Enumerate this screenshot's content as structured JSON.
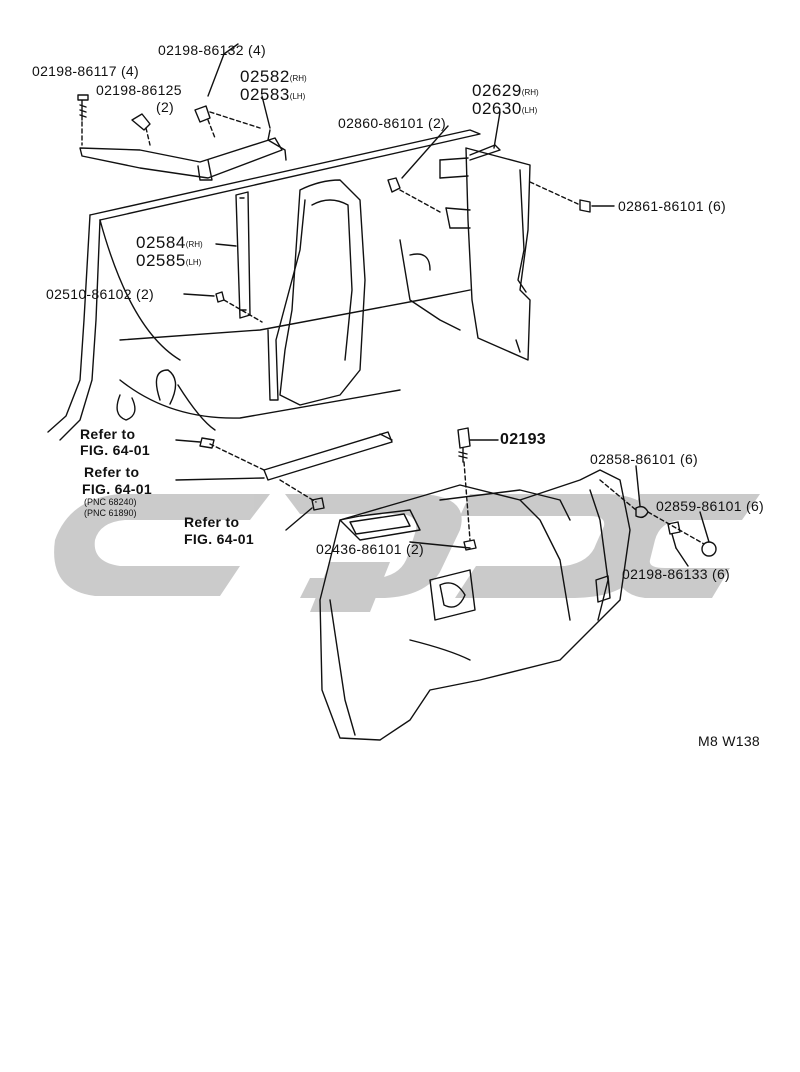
{
  "labels": {
    "p1": {
      "text": "02198-86132 (4)"
    },
    "p2": {
      "text": "02198-86117 (4)"
    },
    "p3a": {
      "text": "02198-86125"
    },
    "p3b": {
      "text": "(2)"
    },
    "p4a": {
      "num": "02582",
      "suffix": "(RH)"
    },
    "p4b": {
      "num": "02583",
      "suffix": "(LH)"
    },
    "p5a": {
      "num": "02629",
      "suffix": "(RH)"
    },
    "p5b": {
      "num": "02630",
      "suffix": "(LH)"
    },
    "p6": {
      "text": "02860-86101 (2)"
    },
    "p7": {
      "text": "02861-86101 (6)"
    },
    "p8a": {
      "num": "02584",
      "suffix": "(RH)"
    },
    "p8b": {
      "num": "02585",
      "suffix": "(LH)"
    },
    "p9": {
      "text": "02510-86102 (2)"
    },
    "ref1a": {
      "text": "Refer to"
    },
    "ref1b": {
      "text": "FIG. 64-01"
    },
    "ref2a": {
      "text": "Refer to"
    },
    "ref2b": {
      "text": "FIG. 64-01"
    },
    "ref2c": {
      "text": "(PNC 68240)"
    },
    "ref2d": {
      "text": "(PNC 61890)"
    },
    "ref3a": {
      "text": "Refer to"
    },
    "ref3b": {
      "text": "FIG. 64-01"
    },
    "p10": {
      "text": "02193"
    },
    "p11": {
      "text": "02858-86101 (6)"
    },
    "p12": {
      "text": "02859-86101 (6)"
    },
    "p13": {
      "text": "02436-86101 (2)"
    },
    "p14": {
      "text": "02198-86133 (6)"
    },
    "fig_code": {
      "text": "M8 W138"
    }
  },
  "watermark": {
    "color": "#b4b4b4"
  },
  "line_color": "#111111"
}
